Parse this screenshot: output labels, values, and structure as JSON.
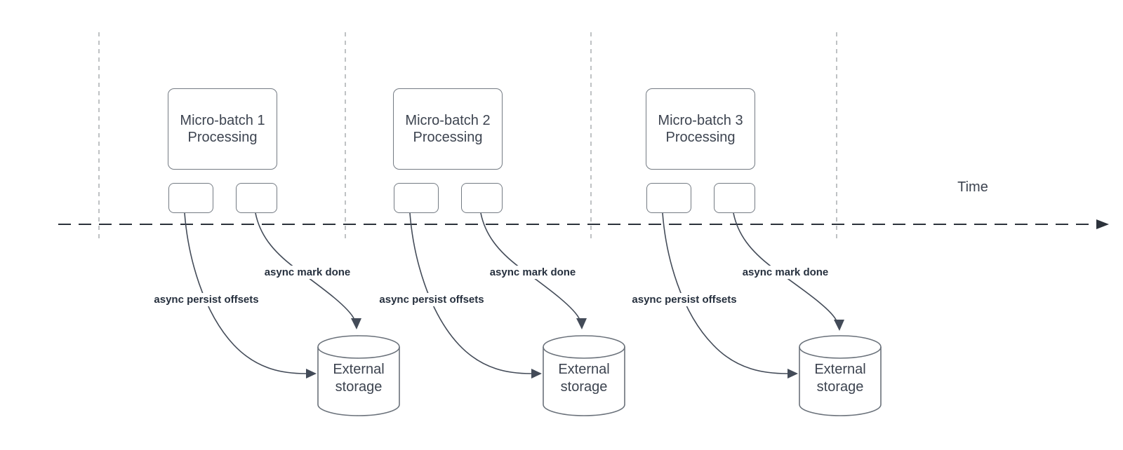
{
  "colors": {
    "shape_border": "#747b83",
    "text": "#3d4450",
    "label_text": "#26303e",
    "arrow": "#434b58",
    "timeline": "#2c323b",
    "guide_line": "#aaadb1",
    "background": "#ffffff"
  },
  "timeline": {
    "label": "Time"
  },
  "groups": [
    {
      "title_line1": "Micro-batch 1",
      "title_line2": "Processing",
      "persist_label": "async persist offsets",
      "done_label": "async mark done",
      "storage_line1": "External",
      "storage_line2": "storage"
    },
    {
      "title_line1": "Micro-batch 2",
      "title_line2": "Processing",
      "persist_label": "async persist offsets",
      "done_label": "async mark done",
      "storage_line1": "External",
      "storage_line2": "storage"
    },
    {
      "title_line1": "Micro-batch 3",
      "title_line2": "Processing",
      "persist_label": "async persist offsets",
      "done_label": "async mark done",
      "storage_line1": "External",
      "storage_line2": "storage"
    }
  ]
}
